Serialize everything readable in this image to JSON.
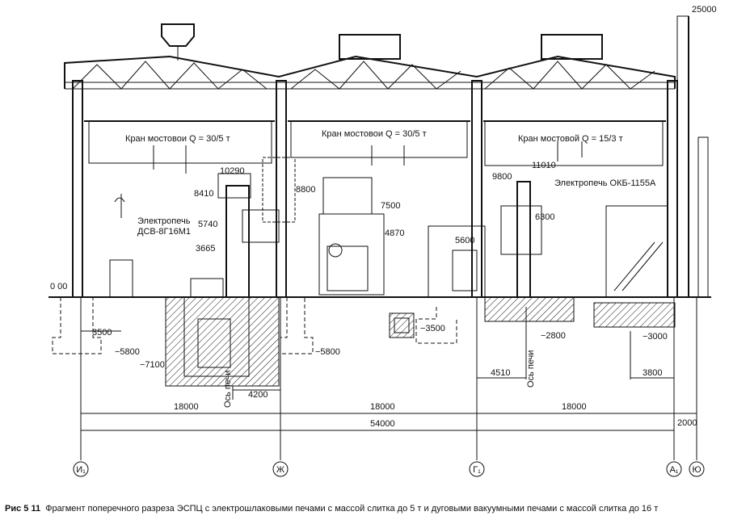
{
  "elevations": {
    "top": "25000",
    "floor": "0 00",
    "left_furnace": [
      "10290",
      "8410",
      "5740",
      "3665"
    ],
    "middle": [
      "8800",
      "7500",
      "4870"
    ],
    "right_furnace": [
      "11010",
      "9800",
      "6300",
      "5600"
    ],
    "below": [
      "3500",
      "−5800",
      "−7100",
      "−5800",
      "−3500",
      "−2800",
      "−3000"
    ]
  },
  "cranes": [
    "Кран мостовои Q = 30/5 т",
    "Кран мостовои Q = 30/5 т",
    "Кран мостовой Q = 15/3 т"
  ],
  "furnaces": {
    "left_label": [
      "Электропечь",
      "ДСВ-8Г16М1"
    ],
    "right_label": "Электропечь ОКБ-1155А",
    "axis_label": "Ось печи"
  },
  "dimensions": {
    "offsets": [
      "4200",
      "4510",
      "3800"
    ],
    "spans": [
      "18000",
      "18000",
      "18000"
    ],
    "total": "54000",
    "edge": "2000"
  },
  "axes": [
    "И₁",
    "Ж",
    "Г₁",
    "А₁",
    "Ю"
  ],
  "caption": {
    "number": "Рис 5 11",
    "text": "Фрагмент поперечного разреза ЭСПЦ с электрошлаковыми печами с массой слитка до 5 т и дуговыми вакуумными печами с массой слитка до 16 т"
  }
}
